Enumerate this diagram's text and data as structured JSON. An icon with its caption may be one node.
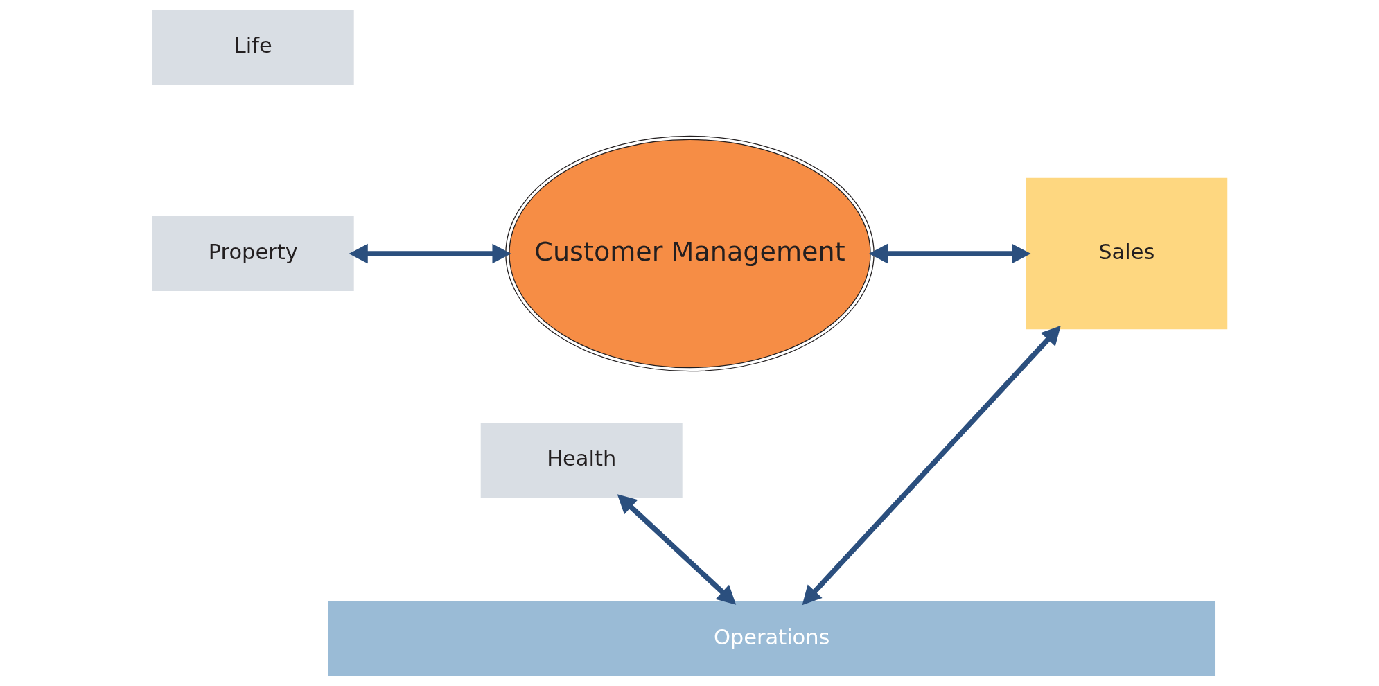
{
  "diagram": {
    "nodes": [
      {
        "text": [
          "Life"
        ]
      },
      {
        "text": [
          "Property"
        ]
      },
      {
        "text": [
          "Health"
        ]
      },
      {
        "text": [
          "Customer Management"
        ]
      },
      {
        "text": [
          "Sales"
        ]
      },
      {
        "text": [
          "Operations"
        ]
      }
    ],
    "edges": [
      {
        "from": 1,
        "to": 3,
        "arrow": "both"
      },
      {
        "from": 3,
        "to": 4,
        "arrow": "both"
      },
      {
        "from": 2,
        "to": 5,
        "arrow": "both"
      },
      {
        "from": 4,
        "to": 5,
        "arrow": "both"
      }
    ]
  }
}
